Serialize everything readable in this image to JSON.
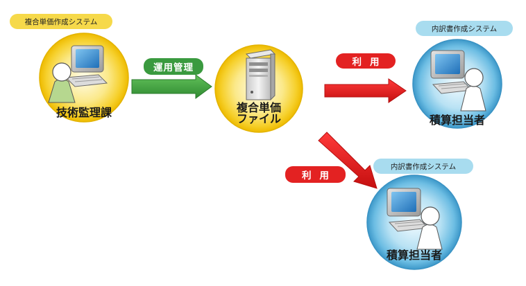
{
  "tags": {
    "left_system": "複合単価作成システム",
    "right_system_top": "内訳書作成システム",
    "right_system_bottom": "内訳書作成システム"
  },
  "arrows": {
    "operation_label": "運用管理",
    "use_label_top": "利用",
    "use_label_bottom": "利用"
  },
  "nodes": {
    "admin": {
      "label": "技術監理課"
    },
    "file": {
      "label_line1": "複合単価",
      "label_line2": "ファイル"
    },
    "estimator_top": {
      "label": "積算担当者"
    },
    "estimator_bottom": {
      "label": "積算担当者"
    }
  },
  "colors": {
    "yellow_circle": "#f5c400",
    "blue_circle": "#4fa6d3",
    "green_arrow": "#3e9a3e",
    "red_arrow": "#e01d1d"
  }
}
